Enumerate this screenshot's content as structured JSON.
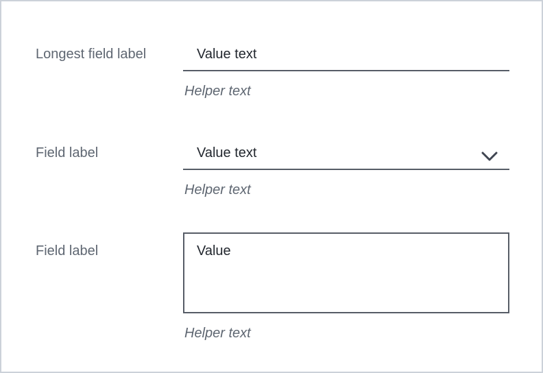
{
  "panel": {
    "background": "#ffffff",
    "frame_border_color": "#ccd1d9"
  },
  "colors": {
    "label_text": "#5e6671",
    "value_text": "#22272e",
    "helper_text": "#5e6671",
    "field_underline": "#565c66",
    "textarea_border": "#565c66",
    "chevron": "#3f4551"
  },
  "form": {
    "fields": [
      {
        "label": "Longest field label",
        "control": "text-input",
        "value": "Value text",
        "helper": "Helper text"
      },
      {
        "label": "Field label",
        "control": "select",
        "value": "Value text",
        "helper": "Helper text",
        "icon": "chevron-down-icon"
      },
      {
        "label": "Field label",
        "control": "textarea",
        "value": "Value",
        "helper": "Helper text"
      }
    ]
  }
}
